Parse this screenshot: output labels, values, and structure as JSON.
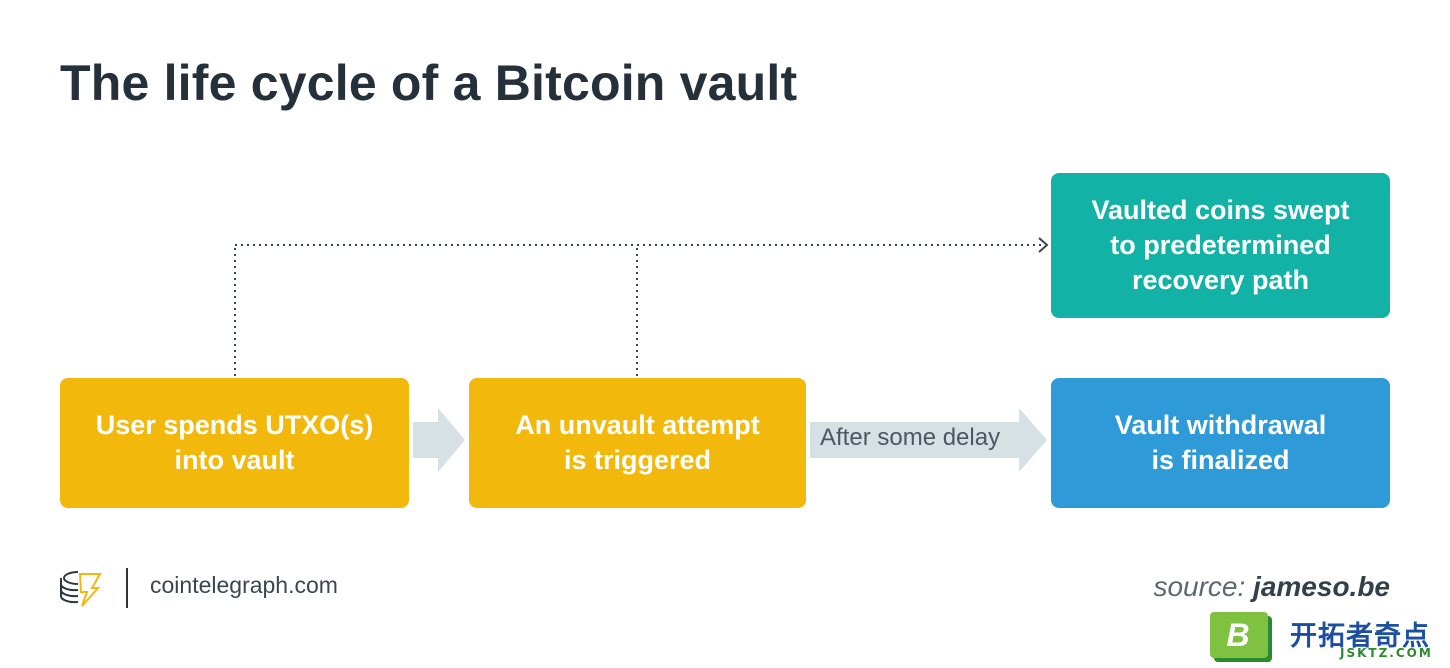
{
  "title": "The life cycle of a Bitcoin vault",
  "steps": {
    "spend": "User spends UTXO(s)\ninto vault",
    "unvault": "An unvault attempt\nis triggered",
    "sweep": "Vaulted coins swept\nto predetermined\nrecovery path",
    "withdraw": "Vault withdrawal\nis finalized"
  },
  "delay_label": "After some delay",
  "footer": {
    "site": "cointelegraph.com",
    "source_prefix": "source:",
    "source_name": "jameso.be"
  },
  "watermark": {
    "text": "开拓者奇点",
    "letter": "B",
    "sub": "JSKTZ.COM"
  },
  "colors": {
    "yellow": "#f2b80c",
    "teal": "#12b3a6",
    "blue": "#2f9ad8",
    "arrow": "#d6e0e5",
    "dotted": "#3a4650"
  },
  "icons": [
    "cointelegraph-logo-icon",
    "dotted-arrow-icon",
    "block-arrow-icon"
  ]
}
